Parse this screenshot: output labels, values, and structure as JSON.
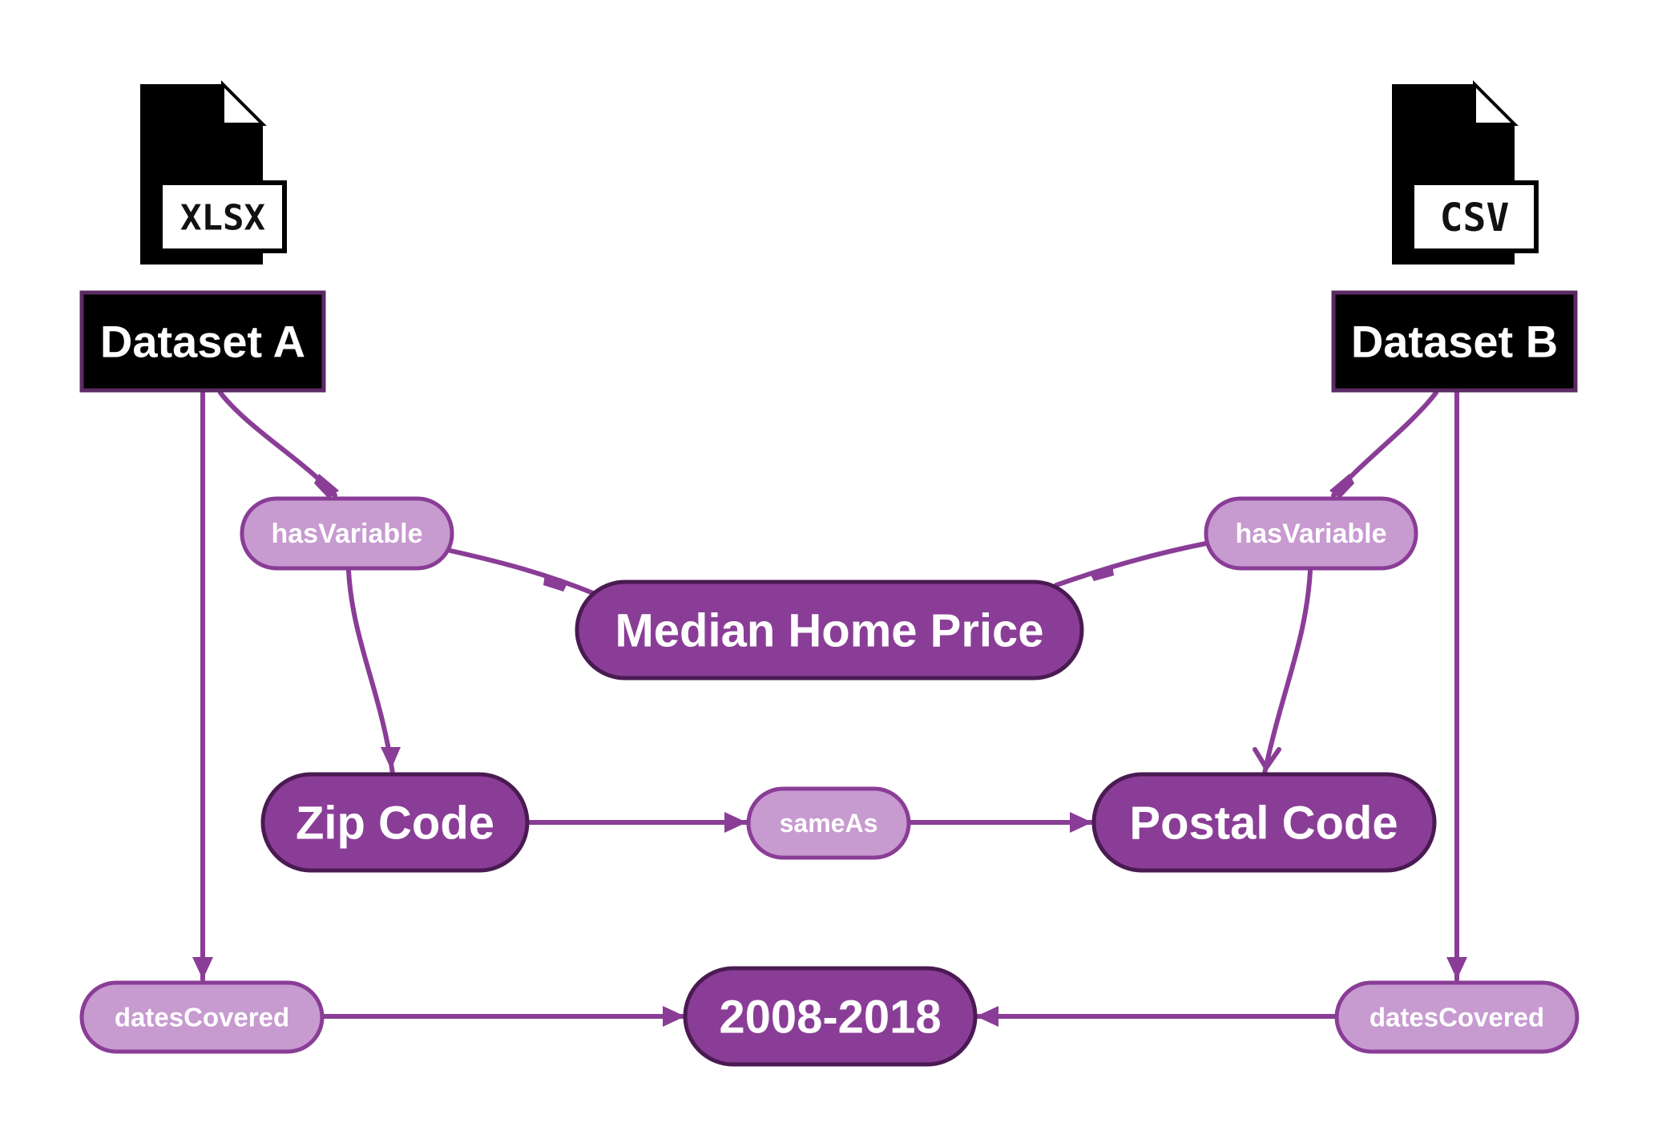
{
  "colors": {
    "edge": "#8a3d96",
    "entity_fill": "#8a3d96",
    "entity_stroke": "#4a1a52",
    "relation_fill": "#c79ad0",
    "relation_stroke": "#8a3d96",
    "dataset_fill": "#000000",
    "dataset_stroke": "#5b2a63",
    "text": "#ffffff"
  },
  "files": {
    "a": {
      "icon": "xlsx-file-icon",
      "label": "XLSX"
    },
    "b": {
      "icon": "csv-file-icon",
      "label": "CSV"
    }
  },
  "datasets": {
    "a": {
      "label": "Dataset A"
    },
    "b": {
      "label": "Dataset B"
    }
  },
  "entities": {
    "median_home_price": "Median Home Price",
    "zip_code": "Zip Code",
    "postal_code": "Postal Code",
    "years": "2008-2018"
  },
  "relations": {
    "has_variable_a": "hasVariable",
    "has_variable_b": "hasVariable",
    "same_as": "sameAs",
    "dates_covered_a": "datesCovered",
    "dates_covered_b": "datesCovered"
  }
}
